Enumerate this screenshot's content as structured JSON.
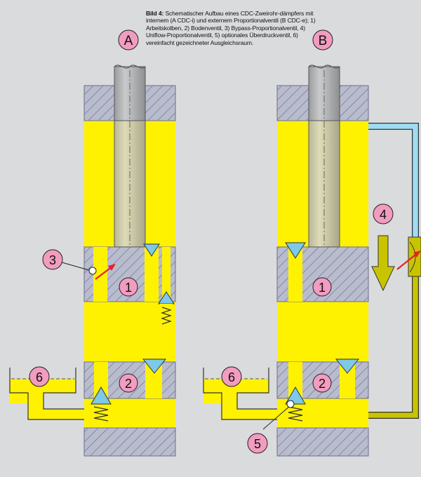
{
  "caption": {
    "lead": "Bild 4:",
    "text": "Schematischer Aufbau eines CDC-Zweirohr-dämpfers mit internem (A CDC-i) und externem Proportionalventil (B CDC-e); 1) Arbeitskolben, 2) Bodenventil, 3) Bypass-Proportionalventil, 4) Uniflow-Proportionalventil, 5) optionales Überdruckventil, 6) vereinfacht gezeichneter Ausgleichsraum."
  },
  "labels": {
    "a": "A",
    "b": "B",
    "a_piston": "1",
    "a_bottom_valve": "2",
    "a_bypass": "3",
    "a_reservoir": "6",
    "b_piston": "1",
    "b_bottom_valve": "2",
    "b_uniflow": "4",
    "b_relief": "5",
    "b_reservoir": "6"
  },
  "colors": {
    "background": "#dadbdc",
    "fluid": "#fff200",
    "fluid_dark": "#c9c400",
    "steel": "#b9bccd",
    "hatch": "#6c6e8f",
    "valve": "#7ec8e8",
    "label_fill": "#f29cc0",
    "arrow": "#e8202a"
  }
}
